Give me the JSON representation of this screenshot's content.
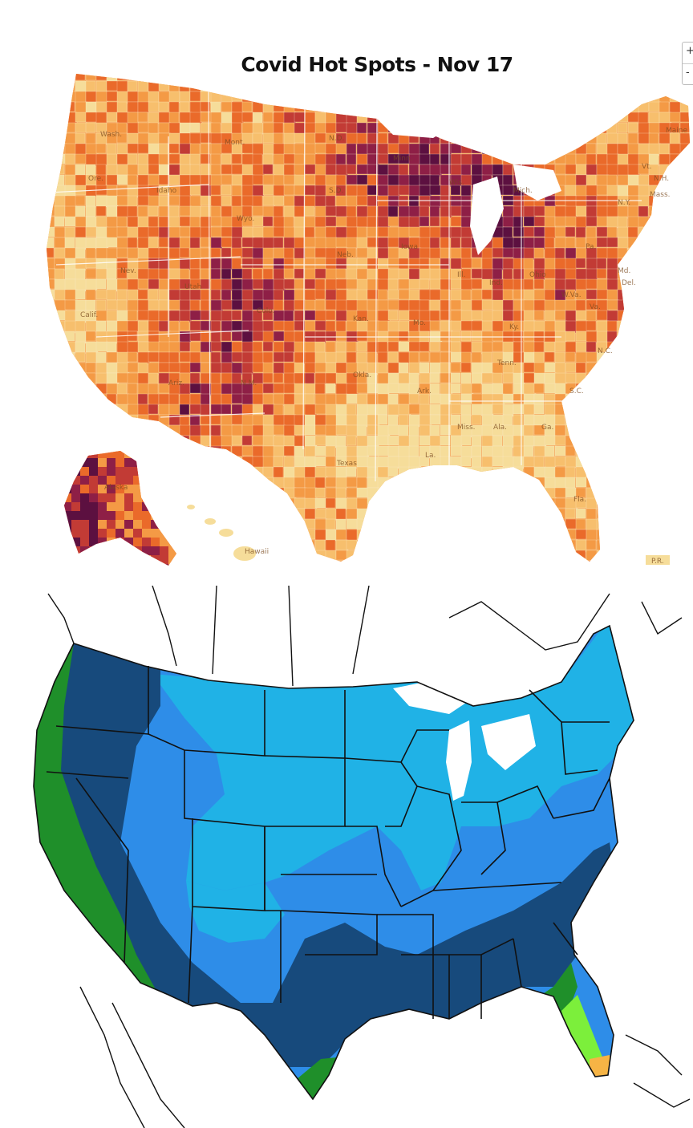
{
  "map_top": {
    "title": "Covid Hot Spots - Nov 17",
    "zoom_in_label": "+",
    "zoom_out_label": "-",
    "palette": [
      "#f6dd9a",
      "#f7bf6d",
      "#f49a45",
      "#ea6a2a",
      "#c23b35",
      "#8e1f46",
      "#5c1040"
    ],
    "state_labels": [
      "Wash.",
      "Ore.",
      "Idaho",
      "Mont.",
      "N.D.",
      "Minn.",
      "Wis.",
      "Mich.",
      "Maine",
      "Calif.",
      "Nev.",
      "Utah",
      "Colo.",
      "Neb.",
      "Kan.",
      "Iowa",
      "Ill.",
      "Ind.",
      "Ohio",
      "Pa.",
      "N.Y.",
      "Ariz.",
      "N.M.",
      "Okla.",
      "Texas",
      "Mo.",
      "Ark.",
      "Tenn.",
      "Ky.",
      "W.Va.",
      "Va.",
      "N.C.",
      "S.C.",
      "Ga.",
      "Ala.",
      "Miss.",
      "La.",
      "Fla.",
      "Alaska",
      "Hawaii",
      "P.R.",
      "Wyo.",
      "S.D.",
      "Vt.",
      "N.H.",
      "Mass.",
      "Md.",
      "Del."
    ]
  },
  "map_bottom": {
    "palette": {
      "dark_navy": "#174a7c",
      "medium_blue": "#2e8de8",
      "light_blue": "#20b2e6",
      "green": "#1f8f2a",
      "lime": "#7cef3b",
      "orange": "#f6b445"
    }
  }
}
